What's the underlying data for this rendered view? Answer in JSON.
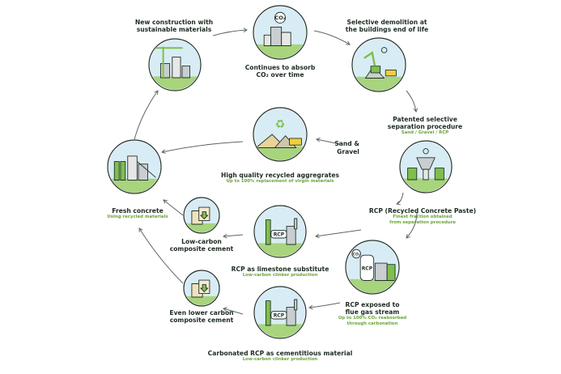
{
  "colors": {
    "ink": "#243129",
    "sky": "#d8ecf5",
    "green": "#7fbf4d",
    "grass": "#a7d47c",
    "grey": "#c9ced0",
    "sand": "#e9d39b",
    "yellow": "#f1cf3a",
    "sub_green": "#6aa43a"
  },
  "nodes": [
    {
      "id": "new-construction",
      "scene": "crane-city",
      "title": [
        "New construction with",
        "sustainable materials"
      ],
      "sub": []
    },
    {
      "id": "co2-absorb",
      "scene": "co2-building",
      "title": [
        "Continues to absorb",
        "CO₂ over time"
      ],
      "sub": []
    },
    {
      "id": "demolition",
      "scene": "excavator",
      "title": [
        "Selective demolition at",
        "the buildings end of life"
      ],
      "sub": []
    },
    {
      "id": "separation",
      "scene": "plant",
      "title": [
        "Patented selective",
        "separation procedure"
      ],
      "sub": [
        "Sand / Gravel / RCP"
      ]
    },
    {
      "id": "rcp",
      "scene": "plant",
      "title": [
        "RCP (Recycled Concrete Paste)"
      ],
      "sub": [
        "Finest fraction obtained",
        "from separation procedure"
      ]
    },
    {
      "id": "aggregates",
      "scene": "aggregates",
      "title": [
        "High quality recycled aggregrates"
      ],
      "sub": [
        "Up to 100% replacement of virgin materials"
      ]
    },
    {
      "id": "fresh-concrete",
      "scene": "silos",
      "title": [
        "Fresh concrete"
      ],
      "sub": [
        "Using recycled materials"
      ]
    },
    {
      "id": "low-carbon-cement",
      "scene": "bags",
      "title": [
        "Low-carbon",
        "composite cement"
      ],
      "sub": []
    },
    {
      "id": "limestone",
      "scene": "tower",
      "title": [
        "RCP as limestone substitute"
      ],
      "sub": [
        "Low-carbon clinker production"
      ]
    },
    {
      "id": "flue-gas",
      "scene": "flue",
      "title": [
        "RCP exposed to",
        "flue gas stream"
      ],
      "sub": [
        "Up to 100% CO₂ reabsorbed",
        "through carbonation"
      ]
    },
    {
      "id": "cementitious",
      "scene": "tower",
      "title": [
        "Carbonated RCP as cementitious material"
      ],
      "sub": [
        "Low-carbon clinker production"
      ]
    },
    {
      "id": "even-lower-cement",
      "scene": "bags",
      "title": [
        "Even lower carbon",
        "composite cement"
      ],
      "sub": []
    }
  ],
  "flow_label": [
    "Sand &",
    "Gravel"
  ],
  "glyphs": {
    "co2": "CO₂",
    "rcp": "RCP",
    "recycle": "♻"
  }
}
